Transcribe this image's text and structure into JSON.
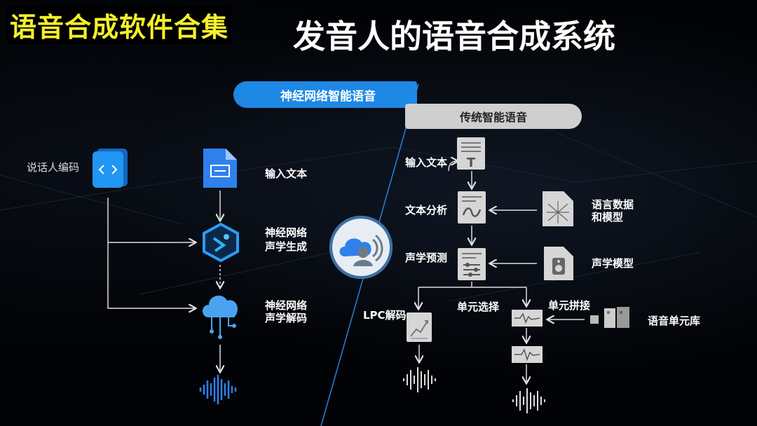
{
  "titles": {
    "overlay": "语音合成软件合集",
    "main": "发音人的语音合成系统"
  },
  "banners": {
    "neural": "神经网络智能语音",
    "traditional": "传统智能语音"
  },
  "neural_flow": {
    "speaker_encoding": "说话人编码",
    "input_text": "输入文本",
    "acoustic_gen": [
      "神经网络",
      "声学生成"
    ],
    "acoustic_decode": [
      "神经网络",
      "声学解码"
    ]
  },
  "traditional_flow": {
    "input_text": "输入文本",
    "text_analysis": "文本分析",
    "language_data": [
      "语言数据",
      "和模型"
    ],
    "acoustic_predict": "声学预测",
    "acoustic_model": "声学模型",
    "lpc_decode": "LPC解码",
    "unit_select": "单元选择",
    "unit_concat": "单元拼接",
    "unit_library": "语音单元库"
  },
  "colors": {
    "overlay_text": "#f4f02a",
    "neural_accent": "#1e88e5",
    "traditional_accent": "#cfcfcf"
  }
}
